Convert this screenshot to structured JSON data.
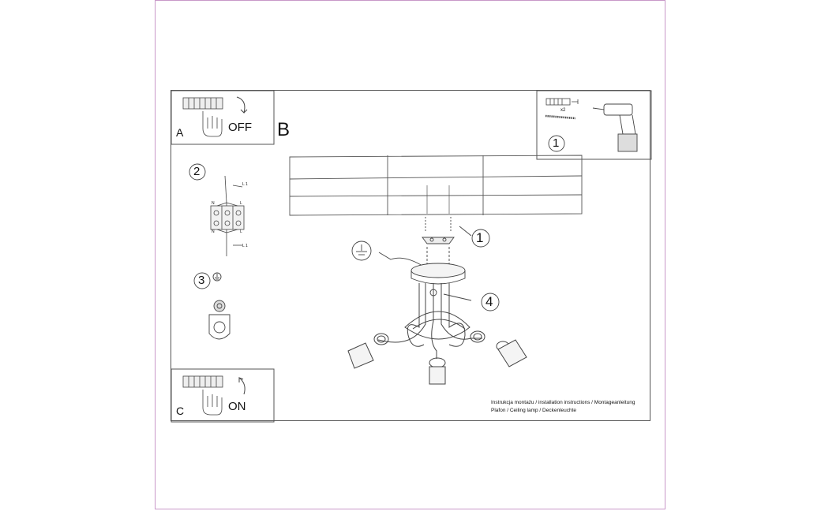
{
  "panels": {
    "a": {
      "letter": "A",
      "label": "OFF"
    },
    "b": {
      "letter": "B"
    },
    "c": {
      "letter": "C",
      "label": "ON"
    }
  },
  "steps": {
    "step1_top": "1",
    "step1_main": "1",
    "step2": "2",
    "step3": "3",
    "step4": "4"
  },
  "screw_qty": "x2",
  "terminal_labels": {
    "n_top": "N",
    "l_top": "L",
    "l1_top": "L 1",
    "n_bottom": "N",
    "l_bottom": "L",
    "l1_bottom": "L 1"
  },
  "caption": {
    "line1": "Instrukcja montażu / installation instructions / Montageanleitung",
    "line2": "Plafon / Ceiling lamp / Deckenleuchte"
  }
}
